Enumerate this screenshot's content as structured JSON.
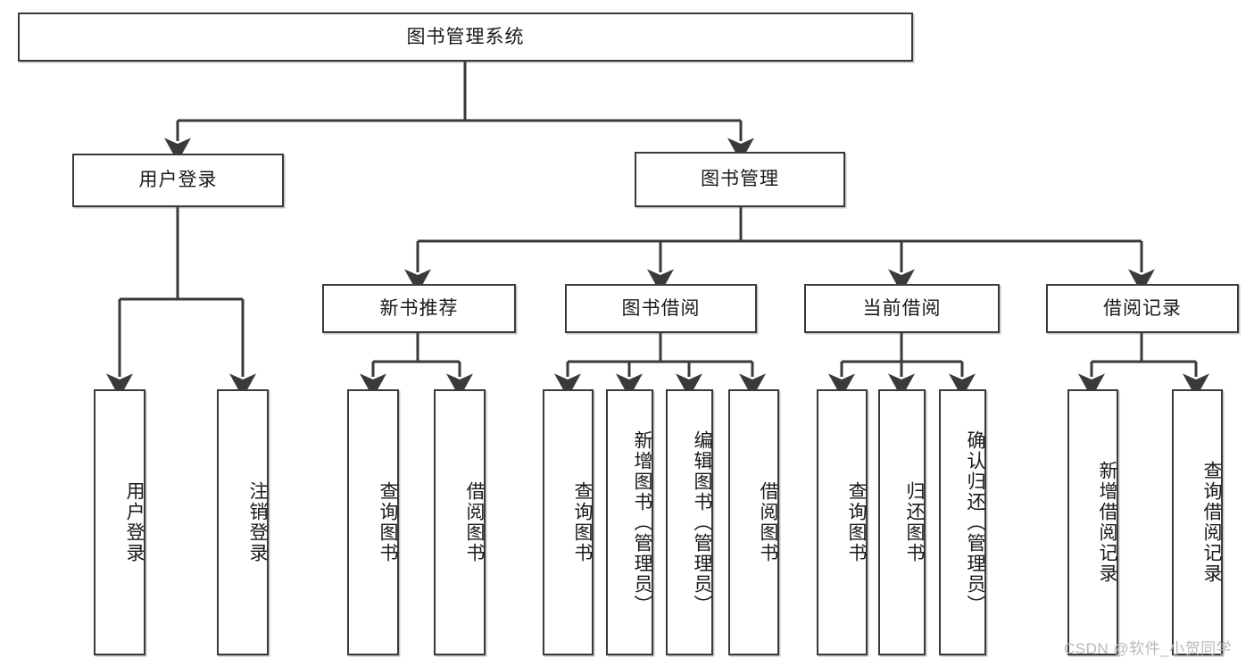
{
  "diagram": {
    "type": "tree",
    "title": "图书管理系统",
    "watermark": "CSDN @软件_小贺同学",
    "colors": {
      "stroke": "#3a3a3a",
      "fill": "#ffffff",
      "text": "#1a1a1a",
      "watermark": "#b9b9b9"
    },
    "root": {
      "id": "root",
      "label": "图书管理系统",
      "level": 0,
      "orientation": "horizontal"
    },
    "level1": [
      {
        "id": "user-login",
        "label": "用户登录",
        "orientation": "horizontal"
      },
      {
        "id": "book-manage",
        "label": "图书管理",
        "orientation": "horizontal"
      }
    ],
    "level2": [
      {
        "id": "new-book-recommend",
        "label": "新书推荐",
        "parent": "book-manage",
        "orientation": "horizontal"
      },
      {
        "id": "book-borrow",
        "label": "图书借阅",
        "parent": "book-manage",
        "orientation": "horizontal"
      },
      {
        "id": "current-borrow",
        "label": "当前借阅",
        "parent": "book-manage",
        "orientation": "horizontal"
      },
      {
        "id": "borrow-record",
        "label": "借阅记录",
        "parent": "book-manage",
        "orientation": "horizontal"
      }
    ],
    "leaves": [
      {
        "id": "leaf-user-login",
        "label": "用户登录",
        "parent": "user-login",
        "orientation": "vertical"
      },
      {
        "id": "leaf-user-logout",
        "label": "注销登录",
        "parent": "user-login",
        "orientation": "vertical"
      },
      {
        "id": "leaf-recommend-query",
        "label": "查询图书",
        "parent": "new-book-recommend",
        "orientation": "vertical"
      },
      {
        "id": "leaf-recommend-borrow",
        "label": "借阅图书",
        "parent": "new-book-recommend",
        "orientation": "vertical"
      },
      {
        "id": "leaf-borrow-query",
        "label": "查询图书",
        "parent": "book-borrow",
        "orientation": "vertical"
      },
      {
        "id": "leaf-borrow-add",
        "label": "新增图书（管理员）",
        "parent": "book-borrow",
        "orientation": "vertical"
      },
      {
        "id": "leaf-borrow-edit",
        "label": "编辑图书（管理员）",
        "parent": "book-borrow",
        "orientation": "vertical"
      },
      {
        "id": "leaf-borrow-lend",
        "label": "借阅图书",
        "parent": "book-borrow",
        "orientation": "vertical"
      },
      {
        "id": "leaf-current-query",
        "label": "查询图书",
        "parent": "current-borrow",
        "orientation": "vertical"
      },
      {
        "id": "leaf-current-return",
        "label": "归还图书",
        "parent": "current-borrow",
        "orientation": "vertical"
      },
      {
        "id": "leaf-current-confirm",
        "label": "确认归还（管理员）",
        "parent": "current-borrow",
        "orientation": "vertical"
      },
      {
        "id": "leaf-record-add",
        "label": "新增借阅记录",
        "parent": "borrow-record",
        "orientation": "vertical"
      },
      {
        "id": "leaf-record-query",
        "label": "查询借阅记录",
        "parent": "borrow-record",
        "orientation": "vertical"
      }
    ]
  }
}
